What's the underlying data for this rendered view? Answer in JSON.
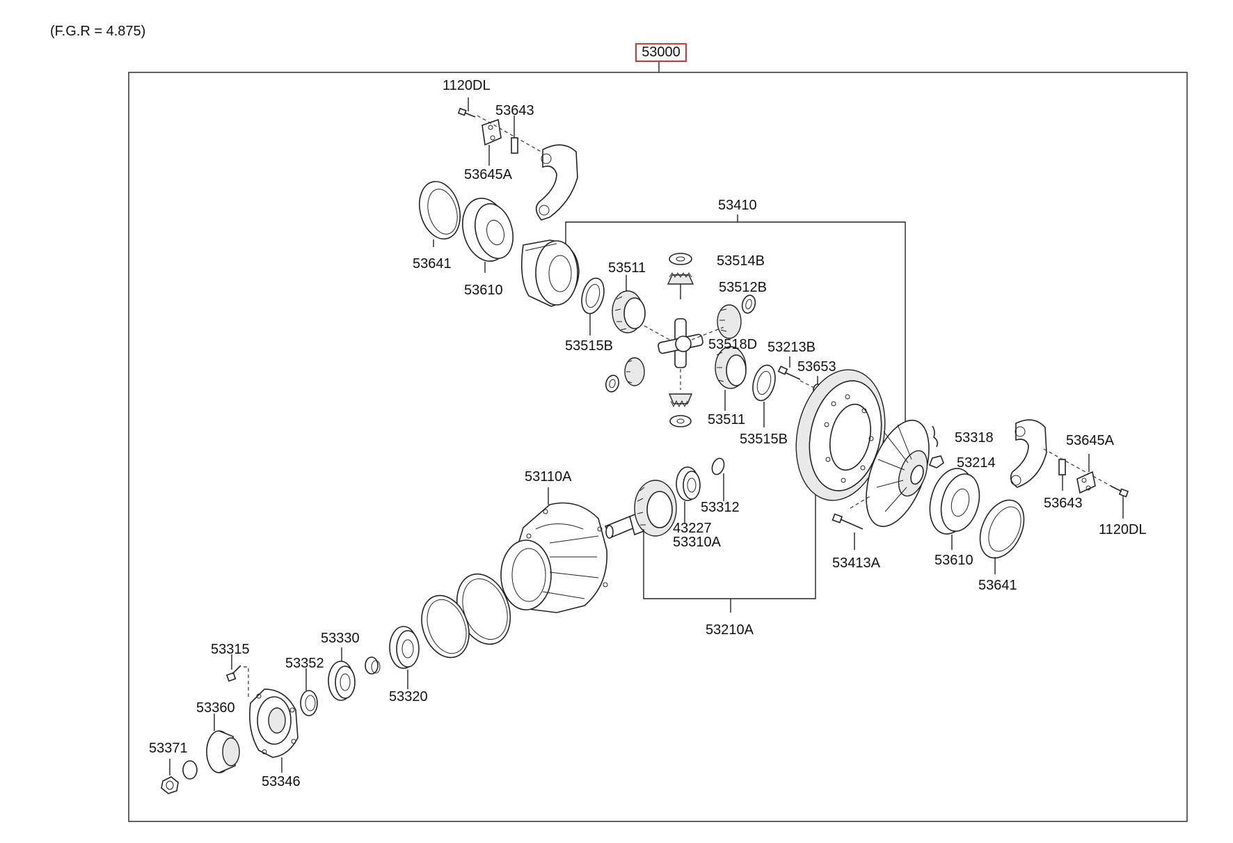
{
  "header": {
    "gear_ratio_note": "(F.G.R = 4.875)",
    "assembly_number": "53000"
  },
  "labels": {
    "l_1120DL_top": "1120DL",
    "l_53643_top": "53643",
    "l_53645A_top": "53645A",
    "l_53641_left": "53641",
    "l_53610_left": "53610",
    "l_53410": "53410",
    "l_53514B": "53514B",
    "l_53511_top": "53511",
    "l_53512B": "53512B",
    "l_53515B_left": "53515B",
    "l_53518D": "53518D",
    "l_53213B": "53213B",
    "l_53653": "53653",
    "l_53511_bottom": "53511",
    "l_53515B_right": "53515B",
    "l_53318": "53318",
    "l_53214": "53214",
    "l_53645A_right": "53645A",
    "l_53643_right": "53643",
    "l_1120DL_right": "1120DL",
    "l_53110A": "53110A",
    "l_53312": "53312",
    "l_43227": "43227",
    "l_53310A": "53310A",
    "l_53413A": "53413A",
    "l_53610_right": "53610",
    "l_53641_right": "53641",
    "l_53210A": "53210A",
    "l_53315": "53315",
    "l_53330": "53330",
    "l_53352": "53352",
    "l_53320": "53320",
    "l_53360": "53360",
    "l_53371": "53371",
    "l_53346": "53346"
  }
}
